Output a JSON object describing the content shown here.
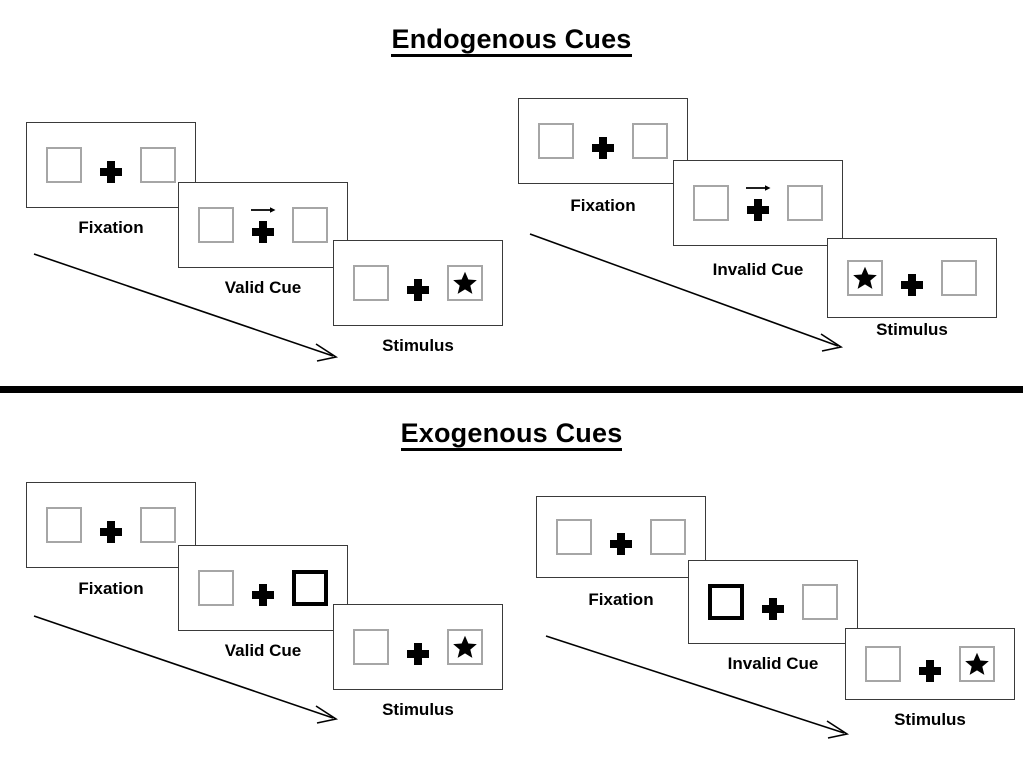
{
  "figure": {
    "sections": [
      {
        "id": "endogenous",
        "title": "Endogenous Cues",
        "columns": [
          {
            "id": "endogenous-valid",
            "frames": [
              {
                "label": "Fixation",
                "left_box": "empty",
                "right_box": "empty",
                "cue": "none"
              },
              {
                "label": "Valid Cue",
                "left_box": "empty",
                "right_box": "empty",
                "cue": "arrow-right"
              },
              {
                "label": "Stimulus",
                "left_box": "empty",
                "right_box": "star",
                "cue": "none"
              }
            ]
          },
          {
            "id": "endogenous-invalid",
            "frames": [
              {
                "label": "Fixation",
                "left_box": "empty",
                "right_box": "empty",
                "cue": "none"
              },
              {
                "label": "Invalid Cue",
                "left_box": "empty",
                "right_box": "empty",
                "cue": "arrow-right"
              },
              {
                "label": "Stimulus",
                "left_box": "star",
                "right_box": "empty",
                "cue": "none"
              }
            ]
          }
        ]
      },
      {
        "id": "exogenous",
        "title": "Exogenous Cues",
        "columns": [
          {
            "id": "exogenous-valid",
            "frames": [
              {
                "label": "Fixation",
                "left_box": "empty",
                "right_box": "empty",
                "cue": "none"
              },
              {
                "label": "Valid Cue",
                "left_box": "empty",
                "right_box": "highlight",
                "cue": "none"
              },
              {
                "label": "Stimulus",
                "left_box": "empty",
                "right_box": "star",
                "cue": "none"
              }
            ]
          },
          {
            "id": "exogenous-invalid",
            "frames": [
              {
                "label": "Fixation",
                "left_box": "empty",
                "right_box": "empty",
                "cue": "none"
              },
              {
                "label": "Invalid Cue",
                "left_box": "highlight",
                "right_box": "empty",
                "cue": "none"
              },
              {
                "label": "Stimulus",
                "left_box": "empty",
                "right_box": "star",
                "cue": "none"
              }
            ]
          }
        ]
      }
    ],
    "time_arrows": 4,
    "colors": {
      "ink": "#000000",
      "panel_border": "#3a3a3a",
      "box_border": "#a6a6a6",
      "cued_box_border": "#000000",
      "background": "#ffffff"
    }
  }
}
